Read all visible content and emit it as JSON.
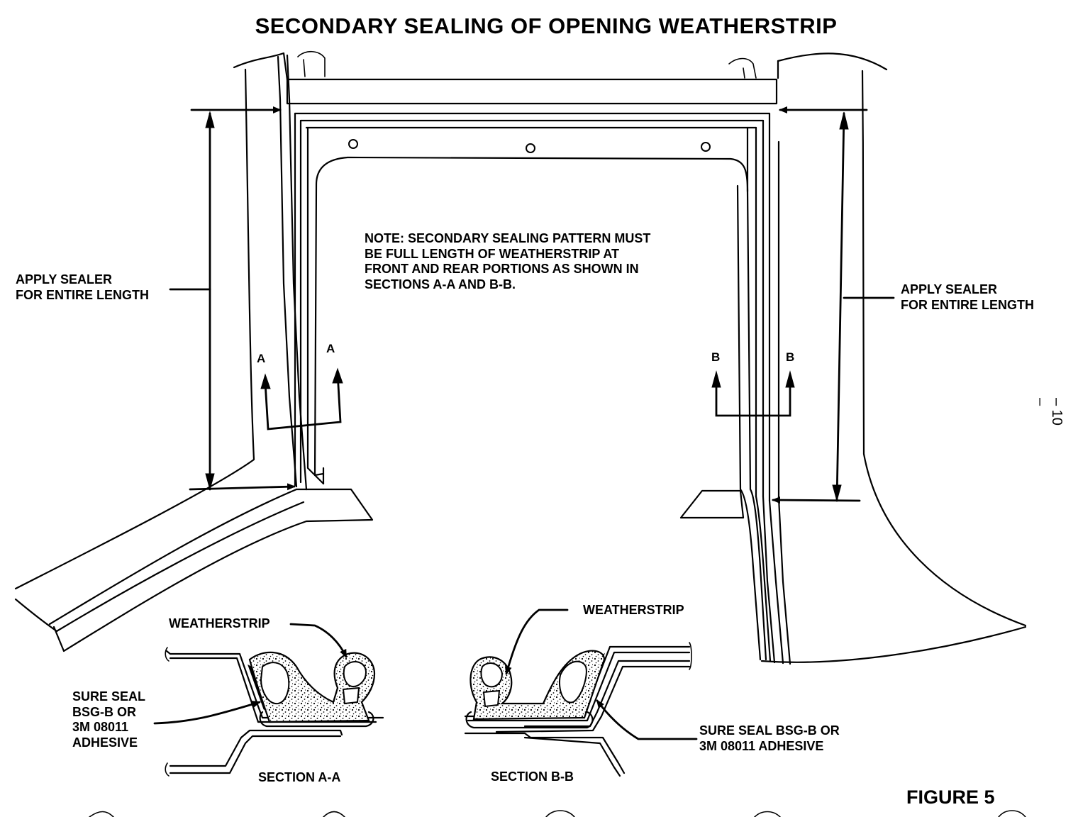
{
  "title": "SECONDARY SEALING OF OPENING WEATHERSTRIP",
  "note": {
    "lines": [
      "NOTE: SECONDARY SEALING PATTERN MUST",
      "BE FULL LENGTH OF WEATHERSTRIP AT",
      "FRONT AND REAR PORTIONS AS SHOWN IN",
      "SECTIONS A-A AND B-B."
    ]
  },
  "left_callout": {
    "line1": "APPLY SEALER",
    "line2": "FOR ENTIRE LENGTH"
  },
  "right_callout": {
    "line1": "APPLY SEALER",
    "line2": "FOR ENTIRE LENGTH"
  },
  "section_markers": {
    "a_left": "A",
    "a_right": "A",
    "b_left": "B",
    "b_right": "B"
  },
  "section_a": {
    "weatherstrip_label": "WEATHERSTRIP",
    "adhesive_lines": [
      "SURE SEAL",
      "BSG-B OR",
      "3M 08011",
      "ADHESIVE"
    ],
    "caption": "SECTION A-A"
  },
  "section_b": {
    "weatherstrip_label": "WEATHERSTRIP",
    "adhesive_lines": [
      "SURE SEAL BSG-B OR",
      "3M 08011 ADHESIVE"
    ],
    "caption": "SECTION B-B"
  },
  "figure_label": "FIGURE 5",
  "page_number": "– 10 –"
}
